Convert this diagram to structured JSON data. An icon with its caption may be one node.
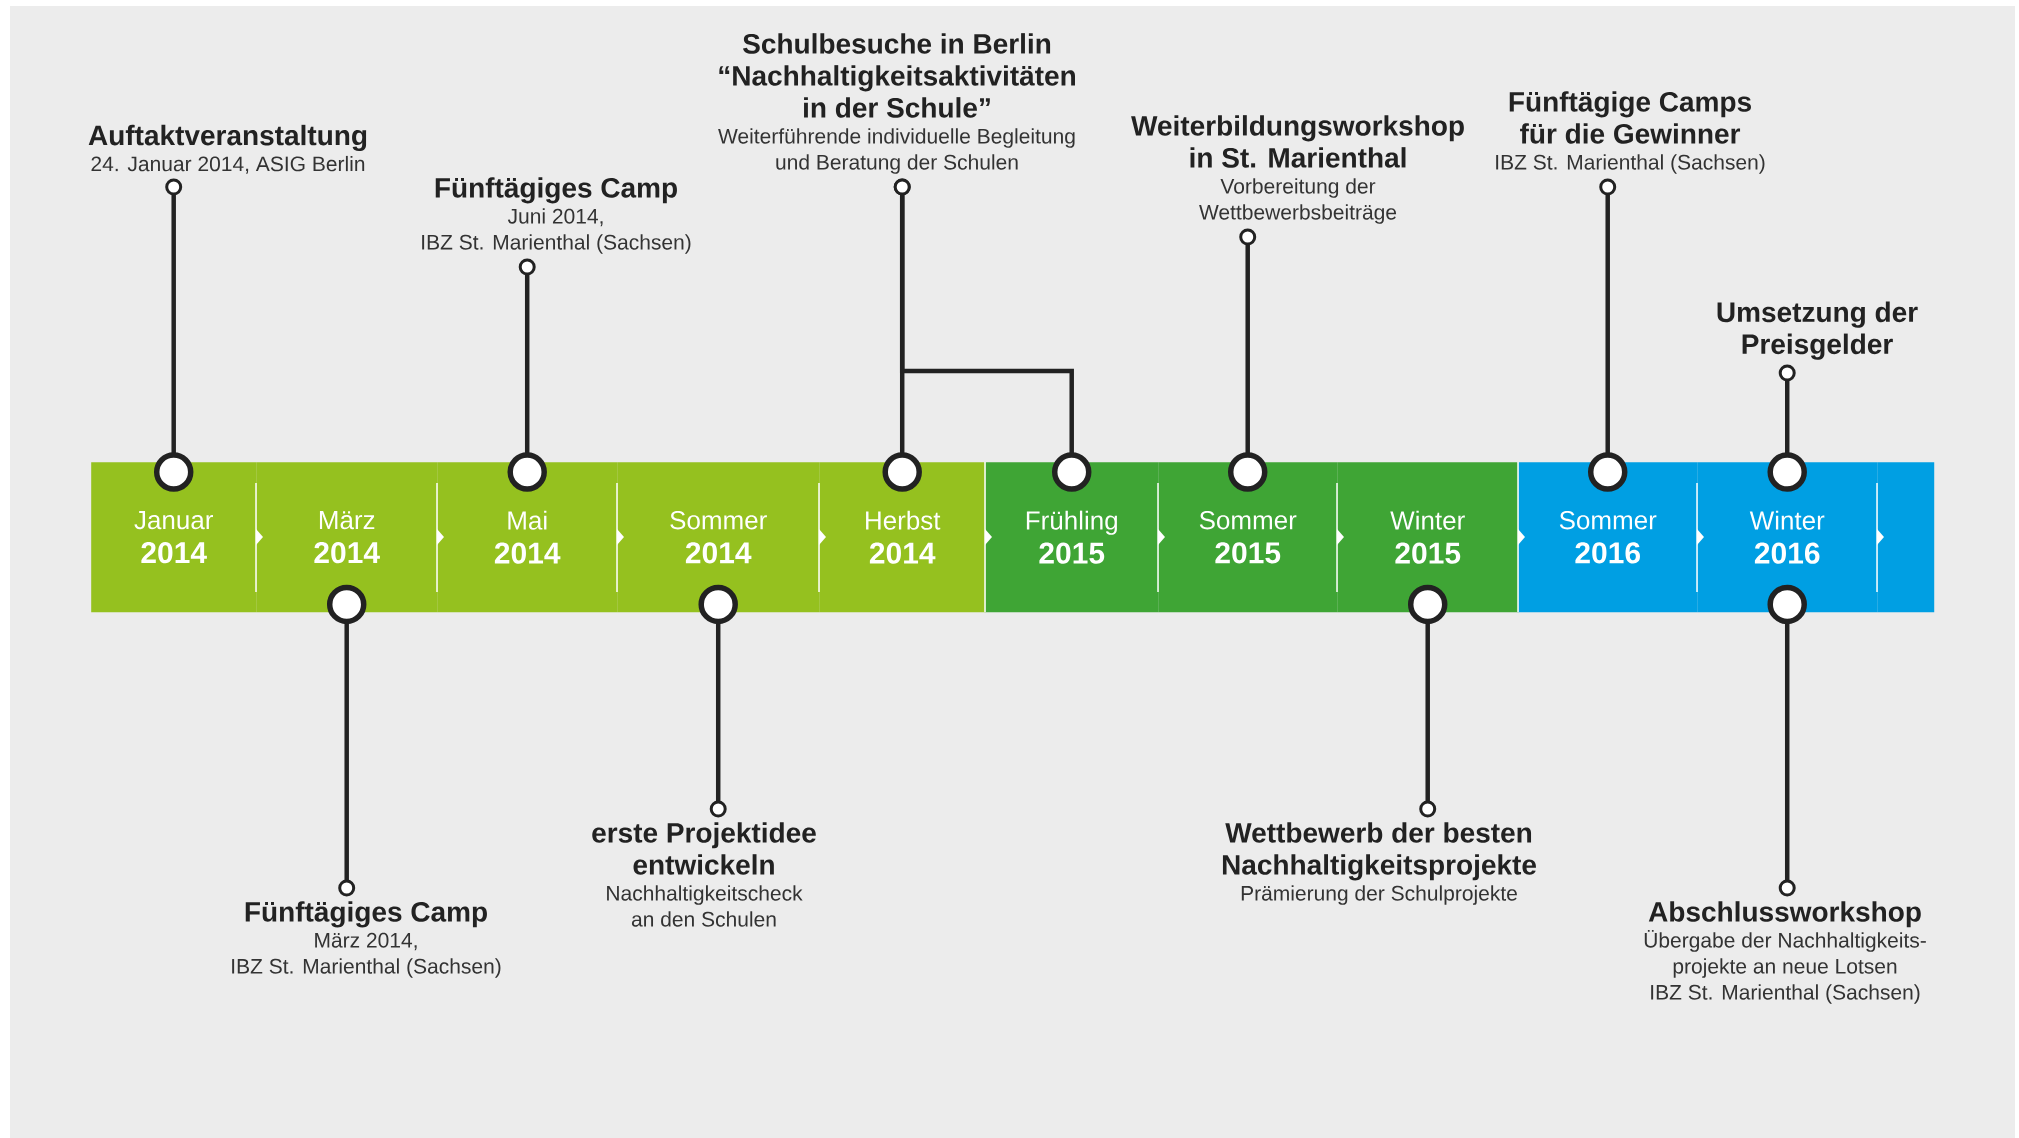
{
  "diagram": {
    "nodes": [
      {
        "text": [
          "Januar",
          "2014"
        ]
      },
      {
        "text": [
          "März",
          "2014"
        ]
      },
      {
        "text": [
          "Mai",
          "2014"
        ]
      },
      {
        "text": [
          "Sommer",
          "2014"
        ]
      },
      {
        "text": [
          "Herbst",
          "2014"
        ]
      },
      {
        "text": [
          "Frühling",
          "2015"
        ]
      },
      {
        "text": [
          "Sommer",
          "2015"
        ]
      },
      {
        "text": [
          "Winter",
          "2015"
        ]
      },
      {
        "text": [
          "Sommer",
          "2016"
        ]
      },
      {
        "text": [
          "Winter",
          "2016"
        ]
      },
      {
        "text": [
          "Auftaktveranstaltung",
          "24. Januar 2014, ASIG Berlin"
        ]
      },
      {
        "text": [
          "Fünftägiges Camp",
          "März 2014,",
          "IBZ St. Marienthal (Sachsen)"
        ]
      },
      {
        "text": [
          "Fünftägiges Camp",
          "Juni 2014,",
          "IBZ St. Marienthal (Sachsen)"
        ]
      },
      {
        "text": [
          "erste Projektidee entwickeln",
          "Nachhaltigkeitscheck an den Schulen"
        ]
      },
      {
        "text": [
          "Schulbesuche in Berlin “Nachhaltigkeitsaktivitäten in der Schule”",
          "Weiterführende individuelle Begleitung und Beratung der Schulen"
        ]
      },
      {
        "text": [
          "Weiterbildungsworkshop in St. Marienthal",
          "Vorbereitung der Wettbewerbsbeiträge"
        ]
      },
      {
        "text": [
          "Wettbewerb der besten Nachhaltigkeitsprojekte",
          "Prämierung der Schulprojekte"
        ]
      },
      {
        "text": [
          "Fünftägige Camps für die Gewinner",
          "IBZ St. Marienthal (Sachsen)"
        ]
      },
      {
        "text": [
          "Abschlussworkshop",
          "Übergabe der Nachhaltigkeits- projekte an neue Lotsen",
          "IBZ St. Marienthal (Sachsen)"
        ]
      },
      {
        "text": [
          "Umsetzung der Preisgelder"
        ]
      },
      {
        "text": [],
        "shape": "bar"
      }
    ],
    "edges": [
      {
        "from": 10,
        "to": 0,
        "arrow": "other"
      },
      {
        "from": 11,
        "to": 1,
        "arrow": "other"
      },
      {
        "from": 12,
        "to": 2,
        "arrow": "other"
      },
      {
        "from": 13,
        "to": 3,
        "arrow": "other"
      },
      {
        "from": 14,
        "to": 4,
        "arrow": "other"
      },
      {
        "from": 14,
        "to": 5,
        "arrow": "other"
      },
      {
        "from": 15,
        "to": 6,
        "arrow": "other"
      },
      {
        "from": 16,
        "to": 7,
        "arrow": "other"
      },
      {
        "from": 17,
        "to": 8,
        "arrow": "other"
      },
      {
        "from": 18,
        "to": 9,
        "arrow": "other"
      },
      {
        "from": 19,
        "to": 9,
        "arrow": "other"
      }
    ]
  }
}
